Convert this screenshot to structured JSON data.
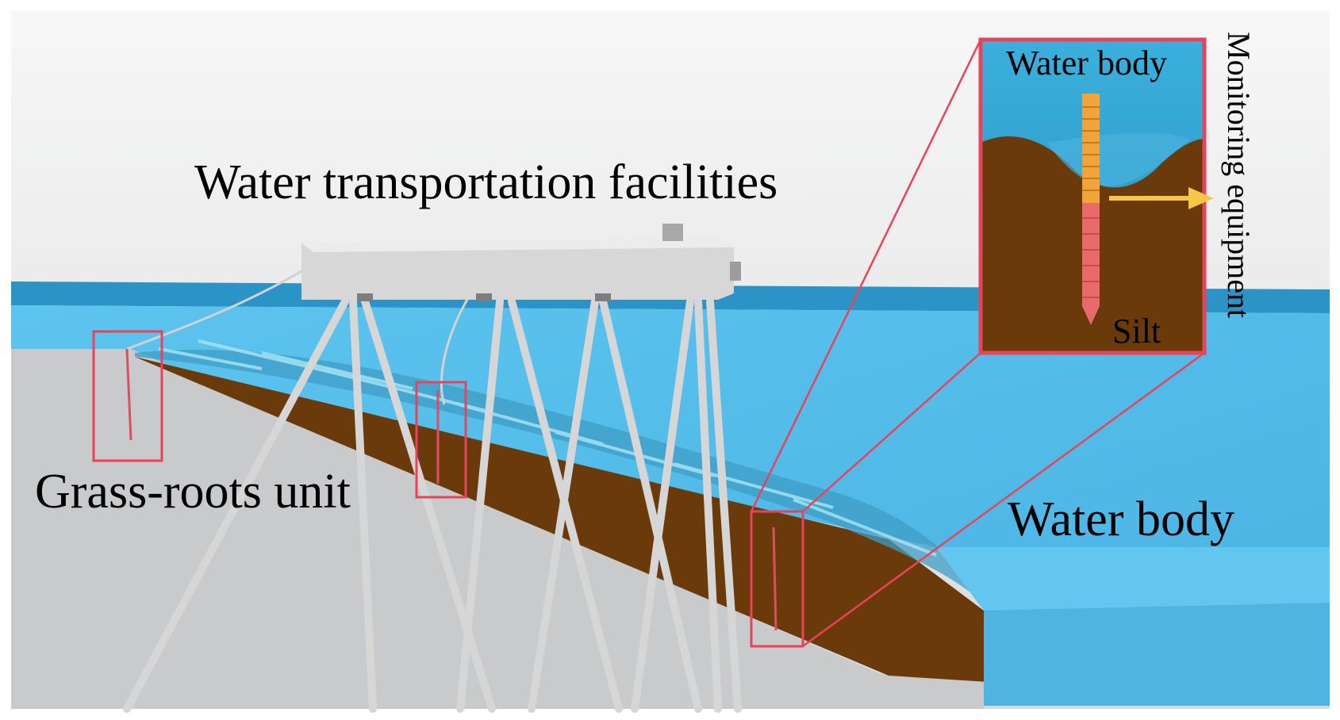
{
  "labels": {
    "facilities": "Water transportation facilities",
    "grass_roots": "Grass-roots unit",
    "water_body_main": "Water body",
    "inset_water_body": "Water body",
    "inset_silt": "Silt",
    "monitoring": "Monitoring equipment"
  },
  "colors": {
    "water": "#55c0ec",
    "water_dark": "#2f9fcf",
    "silt": "#6b3a0a",
    "ground": "#c9cbcd",
    "highlight_box": "#e8435a",
    "sensor_upper": "#f0a43a",
    "sensor_lower": "#e96a6a",
    "arrow": "#f7c646",
    "pipe": "#d8d8d8"
  }
}
